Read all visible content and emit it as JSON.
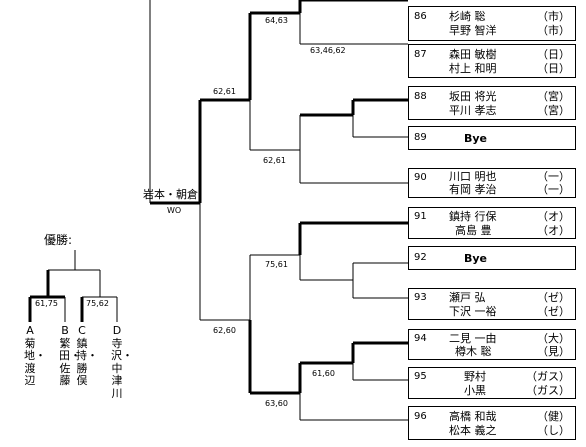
{
  "entries": [
    {
      "seed": "86",
      "players": [
        "杉崎 聡",
        "早野 智洋"
      ],
      "teams": [
        "（市）",
        "（市）"
      ]
    },
    {
      "seed": "87",
      "players": [
        "森田 敏樹",
        "村上 和明"
      ],
      "teams": [
        "（日）",
        "（日）"
      ]
    },
    {
      "seed": "88",
      "players": [
        "坂田 将光",
        "平川 孝志"
      ],
      "teams": [
        "（宮）",
        "（宮）"
      ]
    },
    {
      "seed": "89",
      "bye": "Bye"
    },
    {
      "seed": "90",
      "players": [
        "川口 明也",
        "有岡 孝治"
      ],
      "teams": [
        "（一）",
        "（一）"
      ]
    },
    {
      "seed": "91",
      "players": [
        "鎮持 行保",
        "高島 豊"
      ],
      "teams": [
        "（オ）",
        "（オ）"
      ]
    },
    {
      "seed": "92",
      "bye": "Bye"
    },
    {
      "seed": "93",
      "players": [
        "瀬戸 弘",
        "下沢 一裕"
      ],
      "teams": [
        "（ゼ）",
        "（ゼ）"
      ]
    },
    {
      "seed": "94",
      "players": [
        "二見 一由",
        "樽木 聡"
      ],
      "teams": [
        "（大）",
        "（見）"
      ]
    },
    {
      "seed": "95",
      "players": [
        "野村",
        "小黒"
      ],
      "teams": [
        "（ガス）",
        "（ガス）"
      ]
    },
    {
      "seed": "96",
      "players": [
        "高橋 和哉",
        "松本 義之"
      ],
      "teams": [
        "（健）",
        "（し）"
      ]
    }
  ],
  "scores": {
    "s1": "64,63",
    "s2": "63,46,62",
    "s3": "62,61",
    "s4": "62,61",
    "s5": "75,61",
    "s6": "62,60",
    "s7": "61,60",
    "s8": "63,60"
  },
  "semifinal": {
    "winner": "岩本・朝倉",
    "result": "WO"
  },
  "final": {
    "title": "優勝:",
    "score_left": "61,75",
    "score_right": "75,62",
    "labels": [
      {
        "letter": "A",
        "pair": "菊地・渡辺"
      },
      {
        "letter": "B",
        "pair": "繁田・佐藤"
      },
      {
        "letter": "C",
        "pair": "鎮持・勝俣"
      },
      {
        "letter": "D",
        "pair": "寺沢・中津川"
      }
    ]
  }
}
